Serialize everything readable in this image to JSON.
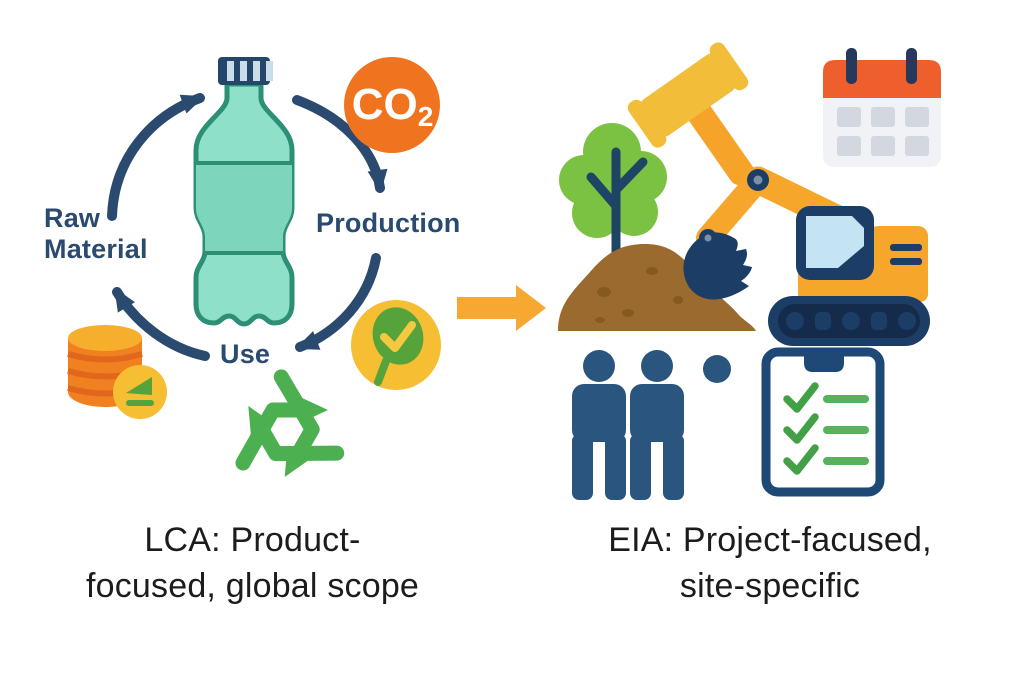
{
  "palette": {
    "navy_arrows": "#2B4A70",
    "dark_blue": "#1C3D66",
    "teal_bottle": "#8FE0C9",
    "teal_outline": "#2E8F77",
    "orange_co2": "#F0731F",
    "orange_transition_arrow": "#F7A833",
    "amber_coins": "#F08020",
    "yellow_badge": "#F5BE33",
    "green_icon": "#55A33A",
    "green_recycle": "#4CAF50",
    "green_tree": "#7CC242",
    "brown_soil": "#9A6A2E",
    "calendar_red": "#EF5F2D",
    "people_blue": "#2A557E",
    "text_dark": "#1C1C1E"
  },
  "lca": {
    "stages": [
      {
        "label": "Raw Material"
      },
      {
        "label": "Production"
      },
      {
        "label": "Use"
      }
    ],
    "co2_badge": {
      "text": "CO",
      "subscript": "2"
    },
    "caption": {
      "line1": "LCA: Product-",
      "line2": "focused, global scope"
    },
    "icons": [
      "water-bottle-icon",
      "lifecycle-arrows",
      "co2-icon",
      "coins-icon",
      "leaf-check-icon",
      "recycle-icon"
    ]
  },
  "transition": {
    "icon": "right-arrow-icon"
  },
  "eia": {
    "caption": {
      "line1": "EIA: Project-facused,",
      "line2": "site-specific"
    },
    "icons": [
      "gavel-icon",
      "calendar-icon",
      "tree-icon",
      "soil-mound-icon",
      "excavator-icon",
      "people-icon",
      "checklist-clipboard-icon"
    ]
  }
}
